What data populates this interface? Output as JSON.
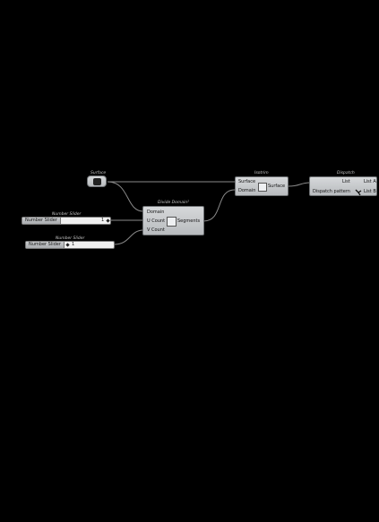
{
  "canvas": {
    "background": "#000000"
  },
  "nodes": {
    "surface_param": {
      "title": "Surface"
    },
    "divide_domain": {
      "title": "Divide Domain²",
      "inputs": [
        "Domain",
        "U Count",
        "V Count"
      ],
      "outputs": [
        "Segments"
      ]
    },
    "isotrim": {
      "title": "Isotrim",
      "inputs": [
        "Surface",
        "Domain"
      ],
      "outputs": [
        "Surface"
      ]
    },
    "dispatch": {
      "title": "Dispatch",
      "inputs": [
        "List",
        "Dispatch pattern"
      ],
      "outputs": [
        "List A",
        "List B"
      ]
    }
  },
  "sliders": [
    {
      "title": "Number Slider",
      "label": "Number Slider",
      "value": "1"
    },
    {
      "title": "Number Slider",
      "label": "Number Slider",
      "value": "1"
    }
  ],
  "colors": {
    "wire": "#8a8a8a",
    "node_fill": "#c8cacc"
  }
}
